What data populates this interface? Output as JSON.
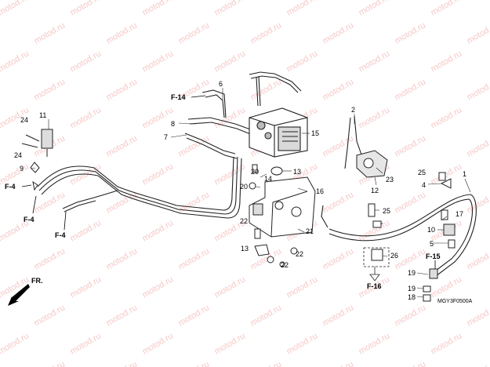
{
  "watermark": "motod.ru",
  "diagram_code": "MGY3F0500A",
  "front_indicator": "FR.",
  "callouts": {
    "c1": "1",
    "c2": "2",
    "c4": "4",
    "c5": "5",
    "c6": "6",
    "c7": "7",
    "c8": "8",
    "c9": "9",
    "c10": "10",
    "c11": "11",
    "c12": "12",
    "c13a": "13",
    "c13b": "13",
    "c14": "14",
    "c15": "15",
    "c16": "16",
    "c17": "17",
    "c18": "18",
    "c19a": "19",
    "c19b": "19",
    "c20a": "20",
    "c20b": "20",
    "c21": "21",
    "c22a": "22",
    "c22b": "22",
    "c22c": "22",
    "c23": "23",
    "c24a": "24",
    "c24b": "24",
    "c25a": "25",
    "c25b": "25",
    "c26": "26"
  },
  "refs": {
    "f14": "F-14",
    "f4a": "F-4",
    "f4b": "F-4",
    "f4c": "F-4",
    "f15": "F-15",
    "f16": "F-16"
  }
}
